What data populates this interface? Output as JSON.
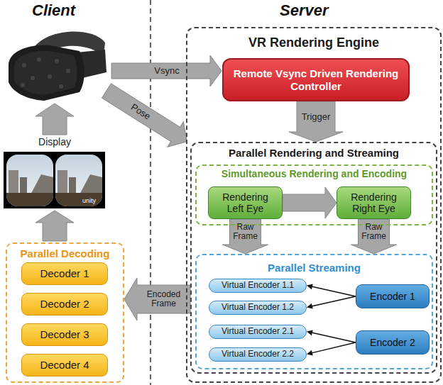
{
  "diagram": {
    "nodes": [
      {
        "text": [
          "VR Rendering Engine"
        ]
      },
      {
        "text": [
          "Remote Vsync Driven Rendering Controller"
        ],
        "in": 0
      },
      {
        "text": [
          "Parallel Rendering and Streaming"
        ],
        "in": 0
      },
      {
        "text": [
          "Simultaneous Rendering and Encoding"
        ],
        "in": 2
      },
      {
        "text": [
          "Rendering Left Eye"
        ],
        "in": 3
      },
      {
        "text": [
          "Rendering Right Eye"
        ],
        "in": 3
      },
      {
        "text": [
          "Parallel Streaming"
        ],
        "in": 2
      },
      {
        "text": [
          "Virtual Encoder 1.1"
        ],
        "in": 6
      },
      {
        "text": [
          "Virtual Encoder 1.2"
        ],
        "in": 6
      },
      {
        "text": [
          "Virtual Encoder 2.1"
        ],
        "in": 6
      },
      {
        "text": [
          "Virtual Encoder 2.2"
        ],
        "in": 6
      },
      {
        "text": [
          "Encoder 1"
        ],
        "in": 6
      },
      {
        "text": [
          "Encoder 2"
        ],
        "in": 6
      },
      {
        "text": [
          "Parallel Decoding"
        ]
      },
      {
        "text": [
          "Decoder 1"
        ],
        "in": 13
      },
      {
        "text": [
          "Decoder 2"
        ],
        "in": 13
      },
      {
        "text": [
          "Decoder 3"
        ],
        "in": 13
      },
      {
        "text": [
          "Decoder 4"
        ],
        "in": 13
      }
    ],
    "edges": [
      {
        "from": 1,
        "to": 2,
        "label": "Trigger",
        "arrow": "to"
      },
      {
        "from": 4,
        "to": 5,
        "arrow": "to"
      },
      {
        "from": 4,
        "to": 6,
        "label": "Raw Frame",
        "arrow": "to"
      },
      {
        "from": 5,
        "to": 6,
        "label": "Raw Frame",
        "arrow": "to"
      },
      {
        "from": 11,
        "to": 7,
        "arrow": "to"
      },
      {
        "from": 11,
        "to": 8,
        "arrow": "to"
      },
      {
        "from": 12,
        "to": 9,
        "arrow": "to"
      },
      {
        "from": 12,
        "to": 10,
        "arrow": "to"
      },
      {
        "from": 2,
        "to": 13,
        "label": "Encoded Frame",
        "arrow": "to"
      }
    ],
    "labels": [
      "Client",
      "Server",
      "Vsync",
      "Pose",
      "Display",
      "unity"
    ]
  }
}
